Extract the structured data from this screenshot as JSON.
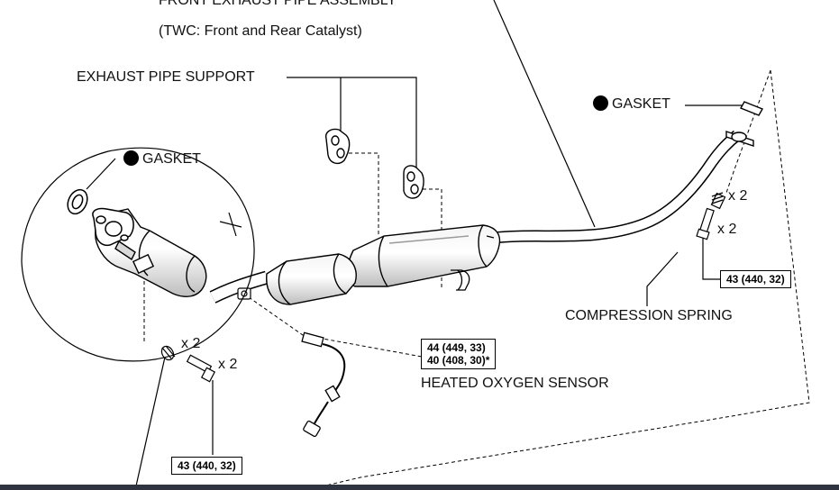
{
  "labels": {
    "front_exhaust_pipe_assembly": "FRONT EXHAUST PIPE ASSEMBLY",
    "twc_note": "(TWC: Front and Rear Catalyst)",
    "exhaust_pipe_support": "EXHAUST PIPE SUPPORT",
    "gasket_rear": "GASKET",
    "gasket_front": "GASKET",
    "compression_spring": "COMPRESSION SPRING",
    "heated_oxygen_sensor": "HEATED OXYGEN SENSOR",
    "qty_spring_rear": "x 2",
    "qty_bolt_rear": "x 2",
    "qty_spring_front": "x 2",
    "qty_bolt_front": "x 2"
  },
  "torque_specs": {
    "rear_bolt": "43 (440, 32)",
    "front_bolt": "43 (440, 32)",
    "sensor_line1": "44 (449, 33)",
    "sensor_line2": "40 (408, 30)*"
  },
  "colors": {
    "line": "#000000",
    "part_fill": "#ffffff",
    "part_shade": "#cfcfcf",
    "bottom_bar": "#2f3440"
  }
}
